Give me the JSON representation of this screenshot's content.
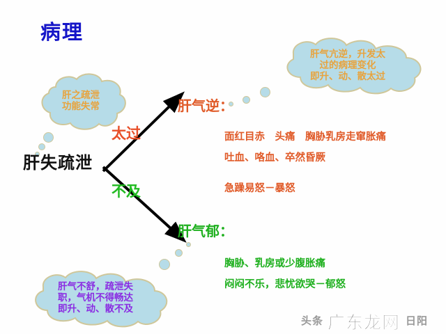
{
  "slide": {
    "title": "病理",
    "center_label": "肝失疏泄"
  },
  "clouds": {
    "left": {
      "lines": [
        "肝之疏泄",
        "功能失常"
      ],
      "color": "#e8a33d"
    },
    "top_right": {
      "lines": [
        "肝气亢逆，升发太",
        "过的病理变化",
        "即升、动、散太过"
      ],
      "color": "#e8a33d"
    },
    "bottom_left": {
      "lines": [
        "肝气不舒，疏泄失",
        "职，气机不得畅达",
        "即升、动、散不及"
      ],
      "color": "#8a2be2"
    }
  },
  "arrows": {
    "excess_caption": "太过",
    "deficient_caption": "不及"
  },
  "branches": {
    "ni": {
      "heading": "肝气逆：",
      "color": "#e05a28",
      "symptoms": [
        "面红目赤　头痛　胸胁乳房走窜胀痛",
        "吐血、咯血、卒然昏厥",
        "急躁易怒－暴怒"
      ]
    },
    "yu": {
      "heading": "肝气郁：",
      "color": "#1fb01f",
      "symptoms": [
        "胸胁、乳房或少腹胀痛",
        "闷闷不乐，悲忧欲哭－郁怒"
      ]
    }
  },
  "watermark": {
    "main": "广东龙网",
    "prefix": "头条",
    "suffix": "日阳"
  },
  "colors": {
    "title": "#1515c8",
    "cloud_fill": "#b6dce8",
    "cloud_stroke": "#cfc79a",
    "arrow": "#000000"
  }
}
